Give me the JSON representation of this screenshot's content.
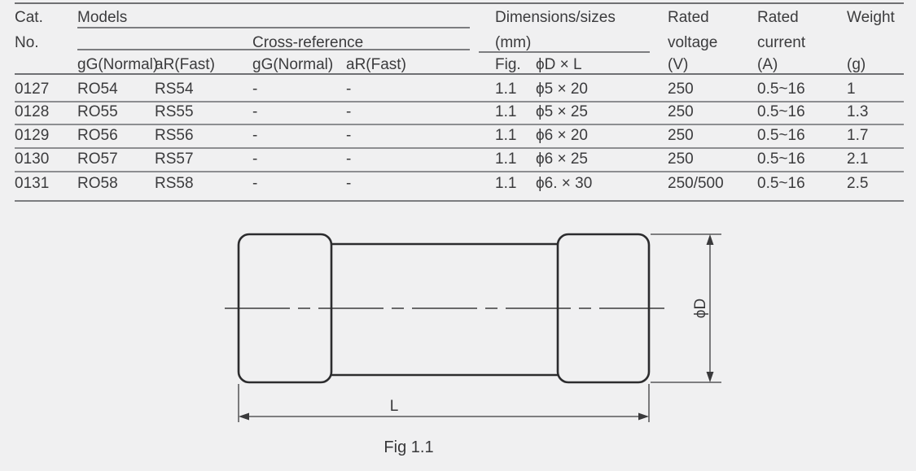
{
  "table": {
    "header": {
      "cat_line1": "Cat.",
      "cat_line2": "No.",
      "models": "Models",
      "cross_reference": "Cross-reference",
      "dimensions_line1": "Dimensions/sizes",
      "dimensions_line2": "(mm)",
      "rated_voltage_line1": "Rated",
      "rated_voltage_line2": "voltage",
      "rated_current_line1": "Rated",
      "rated_current_line2": "current",
      "weight": "Weight",
      "sub": [
        "gG(Normal)",
        "aR(Fast)",
        "gG(Normal)",
        "aR(Fast)",
        "Fig.",
        "ϕD × L",
        "(V)",
        "(A)",
        "(g)"
      ]
    },
    "rows": [
      [
        "0127",
        "RO54",
        "RS54",
        "-",
        "-",
        "1.1",
        "ϕ5 × 20",
        "250",
        "0.5~16",
        "1"
      ],
      [
        "0128",
        "RO55",
        "RS55",
        "-",
        "-",
        "1.1",
        "ϕ5 × 25",
        "250",
        "0.5~16",
        "1.3"
      ],
      [
        "0129",
        "RO56",
        "RS56",
        "-",
        "-",
        "1.1",
        "ϕ6 × 20",
        "250",
        "0.5~16",
        "1.7"
      ],
      [
        "0130",
        "RO57",
        "RS57",
        "-",
        "-",
        "1.1",
        "ϕ6 × 25",
        "250",
        "0.5~16",
        "2.1"
      ],
      [
        "0131",
        "RO58",
        "RS58",
        "-",
        "-",
        "1.1",
        "ϕ6. × 30",
        "250/500",
        "0.5~16",
        "2.5"
      ]
    ]
  },
  "diagram": {
    "diameter_label": "ϕD",
    "length_label": "L",
    "caption": "Fig 1.1"
  },
  "colors": {
    "background": "#f0f0f1",
    "text": "#3b3b3d",
    "rule_gray": "#8d8e91",
    "drawing_stroke": "#2c2c2e"
  }
}
